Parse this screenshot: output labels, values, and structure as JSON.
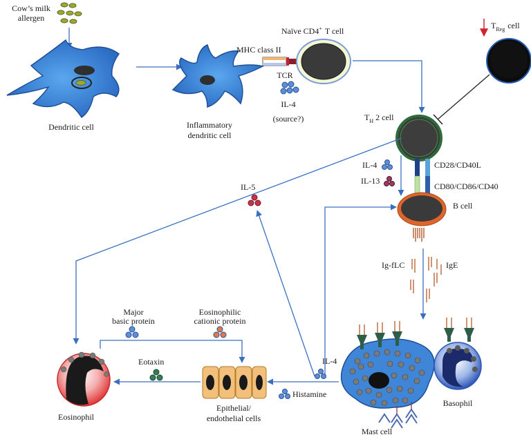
{
  "labels": {
    "allergen": [
      "Cow’s milk",
      "allergen"
    ],
    "dendritic_cell": "Dendritic cell",
    "inflammatory_dc": [
      "Inflammatory",
      "dendritic cell"
    ],
    "naive_t_cell": "Naïve CD4",
    "naive_t_cell_sup": "+",
    "naive_t_cell_suffix": "T cell",
    "mhc": "MHC class II",
    "tcr": "TCR",
    "il4_source": [
      "IL-4",
      "(source?)"
    ],
    "treg": "T",
    "treg_sub": "Reg",
    "treg_suffix": "cell",
    "th2": "T",
    "th2_sub": "H",
    "th2_suffix": "2 cell",
    "il4": "IL-4",
    "il13": "IL-13",
    "cd28": "CD28/CD40L",
    "cd80": "CD80/CD86/CD40",
    "b_cell": "B cell",
    "il5": "IL-5",
    "ig_flc": "Ig-fLC",
    "ige": "IgE",
    "mbp": [
      "Major",
      "basic protein"
    ],
    "ecp": [
      "Eosinophilic",
      "cationic protein"
    ],
    "eotaxin": "Eotaxin",
    "il4_mast": "IL-4",
    "histamine": "Histamine",
    "epithelial": [
      "Epithelial/",
      "endothelial cells"
    ],
    "eosinophil": "Eosinophil",
    "mast_cell": "Mast cell",
    "basophil": "Basophil"
  },
  "colors": {
    "arrow": "#3a6fc0",
    "cell_blue": "#3f86d8",
    "nucleus": "#333333",
    "th2_ring": "#2d6b3a",
    "b_cell_ring": "#e0652a",
    "treg_arrow": "#d0232a",
    "antibody": "#b35a2a",
    "epithelial_fill": "#f2c07a",
    "eosinophil_fill": "#f08080"
  },
  "icons": [
    "allergen-granules",
    "dendritic-cell",
    "naive-t-cell",
    "treg-cell",
    "th2-cell",
    "b-cell",
    "mast-cell",
    "basophil",
    "eosinophil",
    "epithelial-cells",
    "cytokine-triplets"
  ]
}
